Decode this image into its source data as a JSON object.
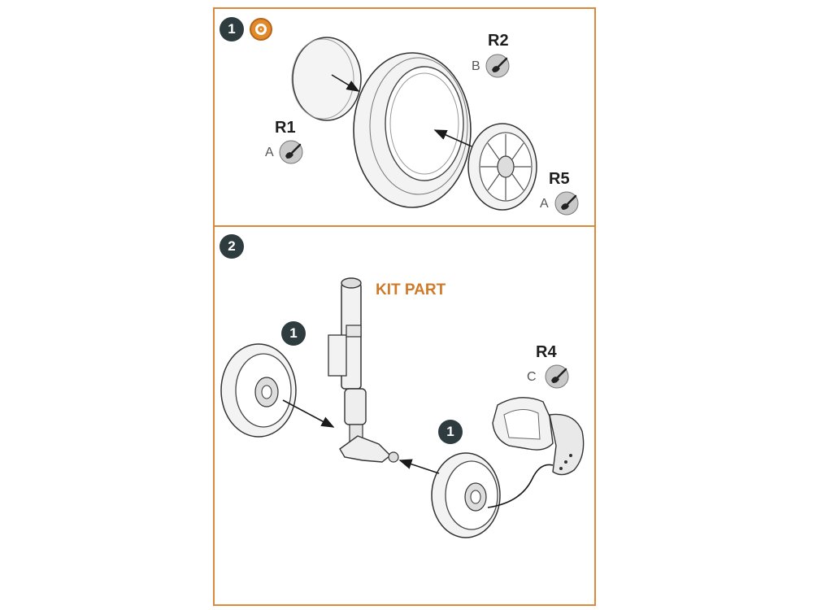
{
  "panel1": {
    "step_number": "1",
    "glue_icon": "glue-icon",
    "labels": {
      "r1": {
        "code": "R1",
        "color": "A"
      },
      "r2": {
        "code": "R2",
        "color": "B"
      },
      "r5": {
        "code": "R5",
        "color": "A"
      }
    }
  },
  "panel2": {
    "step_number": "2",
    "kit_part_label": "KIT PART",
    "ref_step_top": "1",
    "ref_step_bottom": "1",
    "labels": {
      "r4": {
        "code": "R4",
        "color": "C"
      }
    }
  },
  "colors": {
    "frame": "#d98a3d",
    "step_badge": "#2e3c40",
    "kit_part": "#d07a28",
    "glue": "#e08a2c"
  }
}
